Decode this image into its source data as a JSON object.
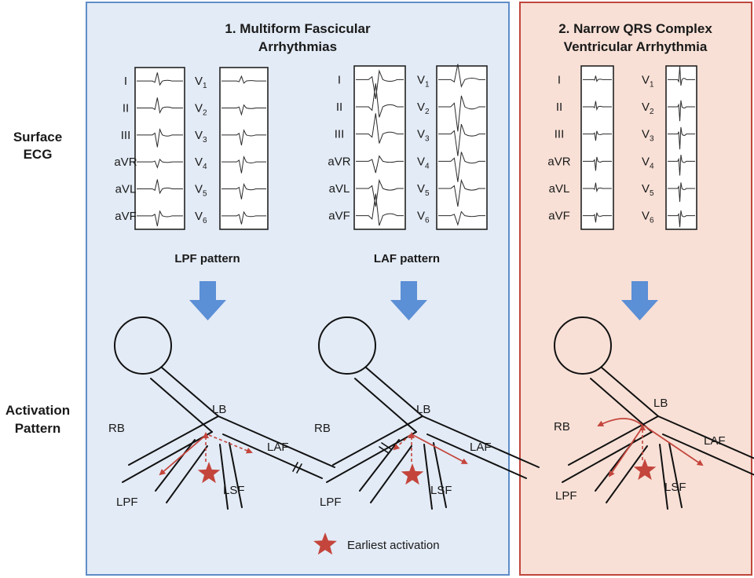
{
  "row_labels": {
    "surface": [
      "Surface",
      "ECG"
    ],
    "activation": [
      "Activation",
      "Pattern"
    ]
  },
  "panels": [
    {
      "title": [
        "1. Multiform Fascicular",
        "Arrhythmias"
      ],
      "bg_color": "#e3ebf6",
      "border_color": "#5f8dc8",
      "columns": [
        {
          "pattern_label": "LPF pattern"
        },
        {
          "pattern_label": "LAF pattern"
        }
      ]
    },
    {
      "title": [
        "2. Narrow QRS Complex",
        "Ventricular Arrhythmia"
      ],
      "bg_color": "#f8e0d6",
      "border_color": "#c0463c",
      "columns": [
        {
          "pattern_label": ""
        }
      ]
    }
  ],
  "limb_leads": [
    "I",
    "II",
    "III",
    "aVR",
    "aVL",
    "aVF"
  ],
  "precordial_leads": [
    {
      "base": "V",
      "sub": "1"
    },
    {
      "base": "V",
      "sub": "2"
    },
    {
      "base": "V",
      "sub": "3"
    },
    {
      "base": "V",
      "sub": "4"
    },
    {
      "base": "V",
      "sub": "5"
    },
    {
      "base": "V",
      "sub": "6"
    }
  ],
  "fascicle_labels": {
    "lb": "LB",
    "rb": "RB",
    "laf": "LAF",
    "lpf": "LPF",
    "lsf": "LSF"
  },
  "legend": {
    "text": "Earliest activation"
  },
  "colors": {
    "arrow_blue": "#5b8fd6",
    "activation_red": "#c4453c",
    "text": "#1a1a1a"
  }
}
